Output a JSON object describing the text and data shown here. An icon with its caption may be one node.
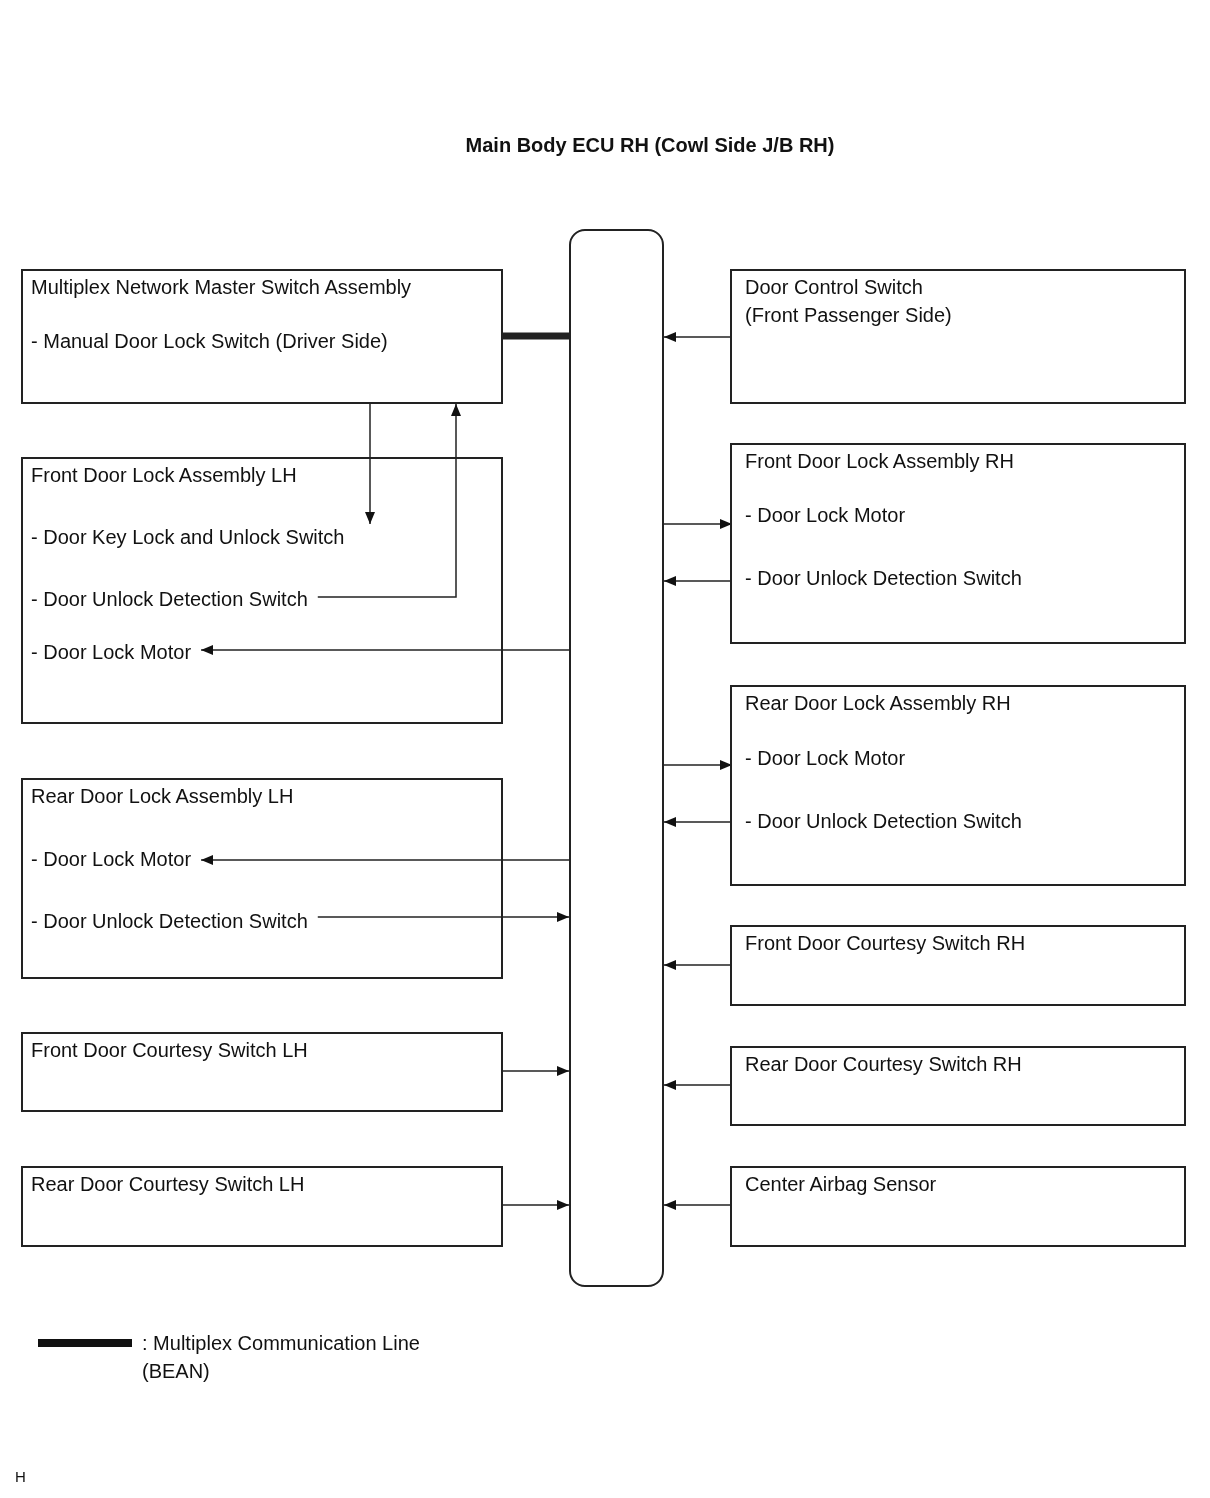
{
  "diagram": {
    "title": "Main Body ECU RH (Cowl Side J/B RH)",
    "nodes": [
      {
        "text": [],
        "shape": "bar"
      },
      {
        "text": [
          "Multiplex Network Master Switch Assembly",
          "- Manual Door Lock Switch (Driver Side)"
        ]
      },
      {
        "text": [
          "Front Door Lock Assembly LH"
        ]
      },
      {
        "text": [
          "- Door Key Lock and Unlock Switch"
        ],
        "in": 2
      },
      {
        "text": [
          "- Door Unlock Detection Switch"
        ],
        "in": 2
      },
      {
        "text": [
          "- Door Lock Motor"
        ],
        "in": 2
      },
      {
        "text": [
          "Rear Door Lock Assembly LH"
        ]
      },
      {
        "text": [
          "- Door Lock Motor"
        ],
        "in": 6
      },
      {
        "text": [
          "- Door Unlock Detection Switch"
        ],
        "in": 6
      },
      {
        "text": [
          "Front Door Courtesy Switch LH"
        ]
      },
      {
        "text": [
          "Rear Door Courtesy Switch LH"
        ]
      },
      {
        "text": [
          "Door Control Switch (Front Passenger Side)"
        ]
      },
      {
        "text": [
          "Front Door Lock Assembly RH"
        ]
      },
      {
        "text": [
          "- Door Lock Motor"
        ],
        "in": 12
      },
      {
        "text": [
          "- Door Unlock Detection Switch"
        ],
        "in": 12
      },
      {
        "text": [
          "Rear Door Lock Assembly RH"
        ]
      },
      {
        "text": [
          "- Door Lock Motor"
        ],
        "in": 15
      },
      {
        "text": [
          "- Door Unlock Detection Switch"
        ],
        "in": 15
      },
      {
        "text": [
          "Front Door Courtesy Switch RH"
        ]
      },
      {
        "text": [
          "Rear Door Courtesy Switch RH"
        ]
      },
      {
        "text": [
          "Center Airbag Sensor"
        ]
      }
    ],
    "edges": [
      {
        "from": 1,
        "to": 0,
        "arrow": "none",
        "style": "thick"
      },
      {
        "from": 1,
        "to": 3,
        "arrow": "to"
      },
      {
        "from": 4,
        "to": 1,
        "arrow": "to"
      },
      {
        "from": 0,
        "to": 5,
        "arrow": "to"
      },
      {
        "from": 0,
        "to": 7,
        "arrow": "to"
      },
      {
        "from": 8,
        "to": 0,
        "arrow": "to"
      },
      {
        "from": 9,
        "to": 0,
        "arrow": "to"
      },
      {
        "from": 10,
        "to": 0,
        "arrow": "to"
      },
      {
        "from": 11,
        "to": 0,
        "arrow": "to"
      },
      {
        "from": 0,
        "to": 13,
        "arrow": "to"
      },
      {
        "from": 14,
        "to": 0,
        "arrow": "to"
      },
      {
        "from": 0,
        "to": 16,
        "arrow": "to"
      },
      {
        "from": 17,
        "to": 0,
        "arrow": "to"
      },
      {
        "from": 18,
        "to": 0,
        "arrow": "to"
      },
      {
        "from": 19,
        "to": 0,
        "arrow": "to"
      },
      {
        "from": 20,
        "to": 0,
        "arrow": "to"
      }
    ],
    "labels": [
      "H"
    ],
    "legend": [
      {
        "text": ": Multiplex Communication Line (BEAN)"
      }
    ]
  }
}
